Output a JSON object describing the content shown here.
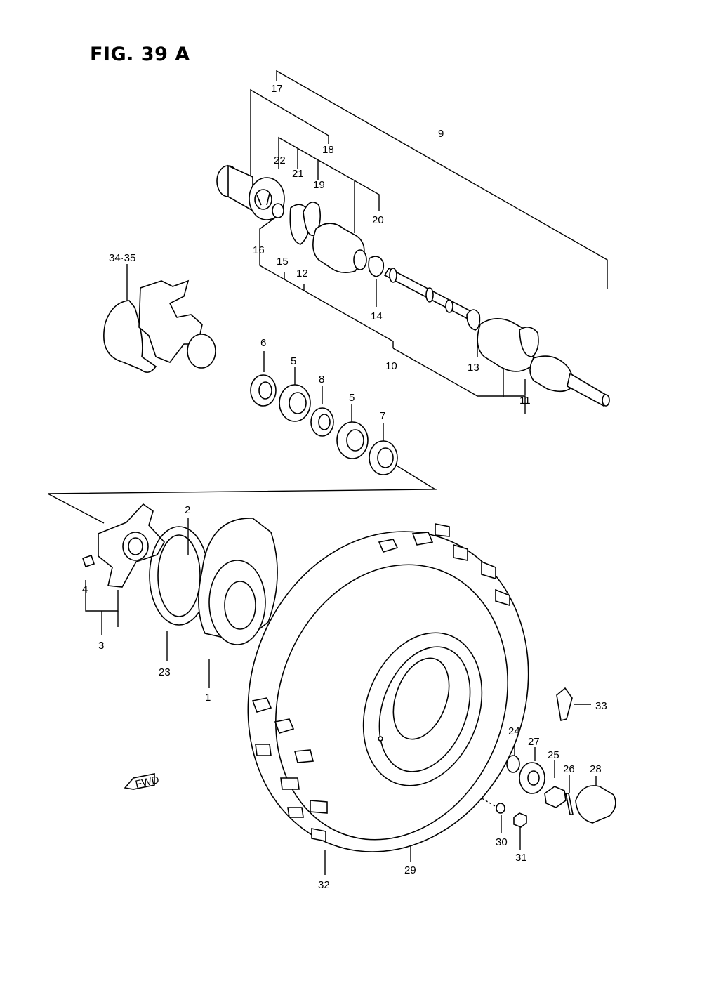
{
  "figure": {
    "title": "FIG. 39 A"
  },
  "fwd_label": "FWD",
  "callouts": {
    "c1": "1",
    "c2": "2",
    "c3": "3",
    "c4": "4",
    "c5a": "5",
    "c5b": "5",
    "c6": "6",
    "c7": "7",
    "c8": "8",
    "c9": "9",
    "c10": "10",
    "c11": "11",
    "c12": "12",
    "c13": "13",
    "c14": "14",
    "c15": "15",
    "c16": "16",
    "c17": "17",
    "c18": "18",
    "c19": "19",
    "c20": "20",
    "c21": "21",
    "c22": "22",
    "c23": "23",
    "c24": "24",
    "c25": "25",
    "c26": "26",
    "c27": "27",
    "c28": "28",
    "c29": "29",
    "c30": "30",
    "c31": "31",
    "c32": "32",
    "c33": "33",
    "c3435": "34·35"
  }
}
